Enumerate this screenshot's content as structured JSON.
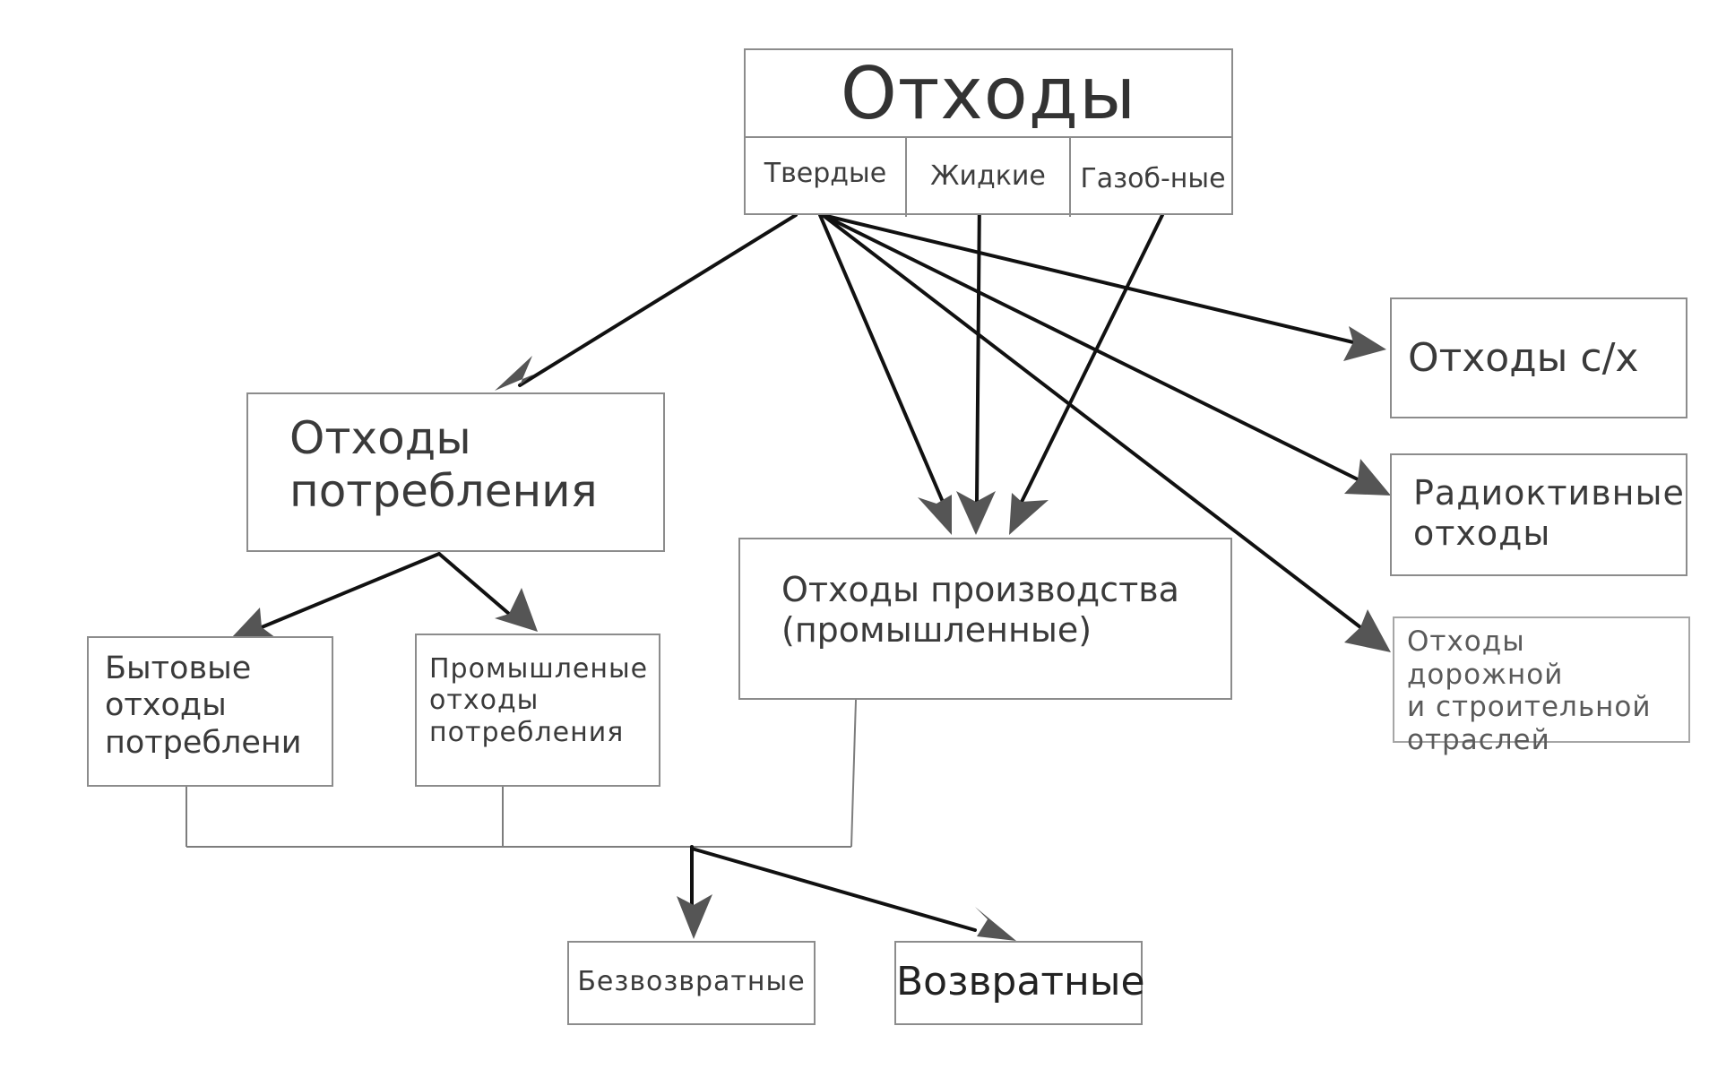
{
  "diagram": {
    "root": {
      "title": "Отходы",
      "states": [
        "Твердые",
        "Жидкие",
        "Газоб-ные"
      ]
    },
    "consumption": "Отходы\nпотребления",
    "production": "Отходы производства\n(промышленные)",
    "household": "Бытовые\nотходы\nпотреблени",
    "industrial_consumption": "Промышленые\nотходы\nпотребления",
    "agricultural": "Отходы с/х",
    "radioactive": "Радиоктивные\nотходы",
    "road_construction": "Отходы дорожной\nи строительной\nотраслей",
    "non_returnable": "Безвозвратные",
    "returnable": "Возвратные"
  },
  "colors": {
    "arrow": "#111111",
    "arrow_head": "#555555",
    "box_border": "#8c8c8c"
  }
}
